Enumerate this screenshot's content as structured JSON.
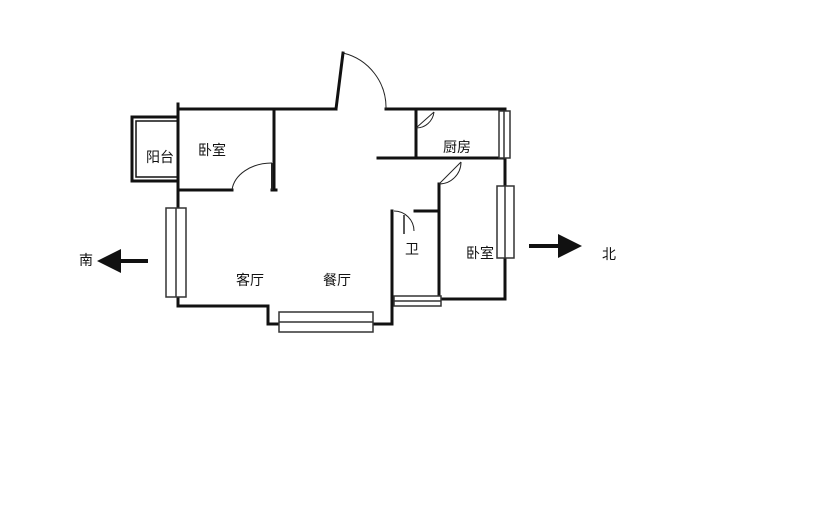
{
  "floorplan": {
    "rooms": {
      "balcony": "阳台",
      "bedroom_south": "卧室",
      "kitchen": "厨房",
      "bathroom": "卫",
      "bedroom_north": "卧室",
      "living_room": "客厅",
      "dining_room": "餐厅"
    },
    "directions": {
      "south": "南",
      "north": "北"
    },
    "colors": {
      "wall": "#111111",
      "window": "#555555",
      "background": "#ffffff"
    }
  }
}
